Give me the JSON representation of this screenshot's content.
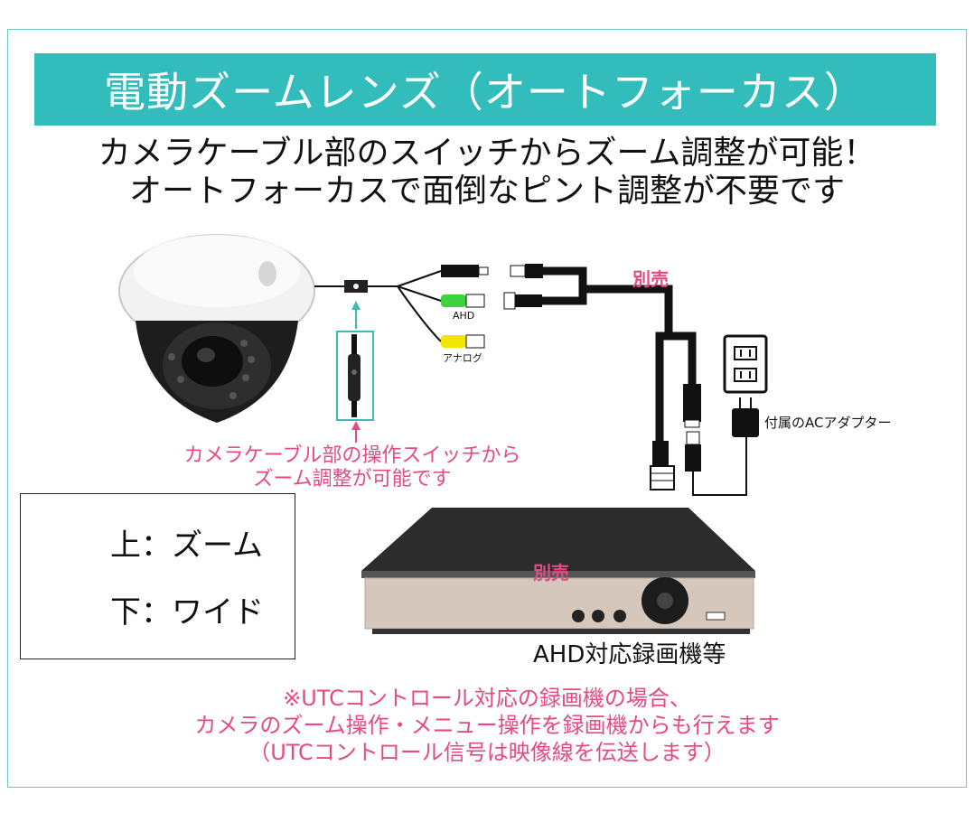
{
  "title": "電動ズームレンズ（オートフォーカス）",
  "subtitle": {
    "line1": "カメラケーブル部のスイッチからズーム調整が可能！",
    "line2": "オートフォーカスで面倒なピント調整が不要です"
  },
  "labels": {
    "sold_separately_1": "別売",
    "sold_separately_2": "別売",
    "ahd": "AHD",
    "analog": "アナログ",
    "adapter": "付属のACアダプター",
    "dvr": "AHD対応録画機等"
  },
  "switch_caption": {
    "line1": "カメラケーブル部の操作スイッチから",
    "line2": "ズーム調整が可能です"
  },
  "legend": {
    "up": "上：ズーム",
    "down": "下：ワイド"
  },
  "note": {
    "line1": "※UTCコントロール対応の録画機の場合、",
    "line2": "カメラのズーム操作・メニュー操作を録画機からも行えます",
    "line3": "（UTCコントロール信号は映像線を伝送します）"
  },
  "colors": {
    "banner": "#33bcbc",
    "accent_pink": "#e64a84",
    "frame": "#6cc7c4",
    "ahd_connector": "#3fd23f",
    "analog_connector": "#f2e600"
  },
  "icons": [
    "dome-camera-icon",
    "zoom-switch-icon",
    "power-outlet-icon",
    "ac-adapter-icon",
    "bnc-connector-icon",
    "dvr-recorder-icon"
  ]
}
